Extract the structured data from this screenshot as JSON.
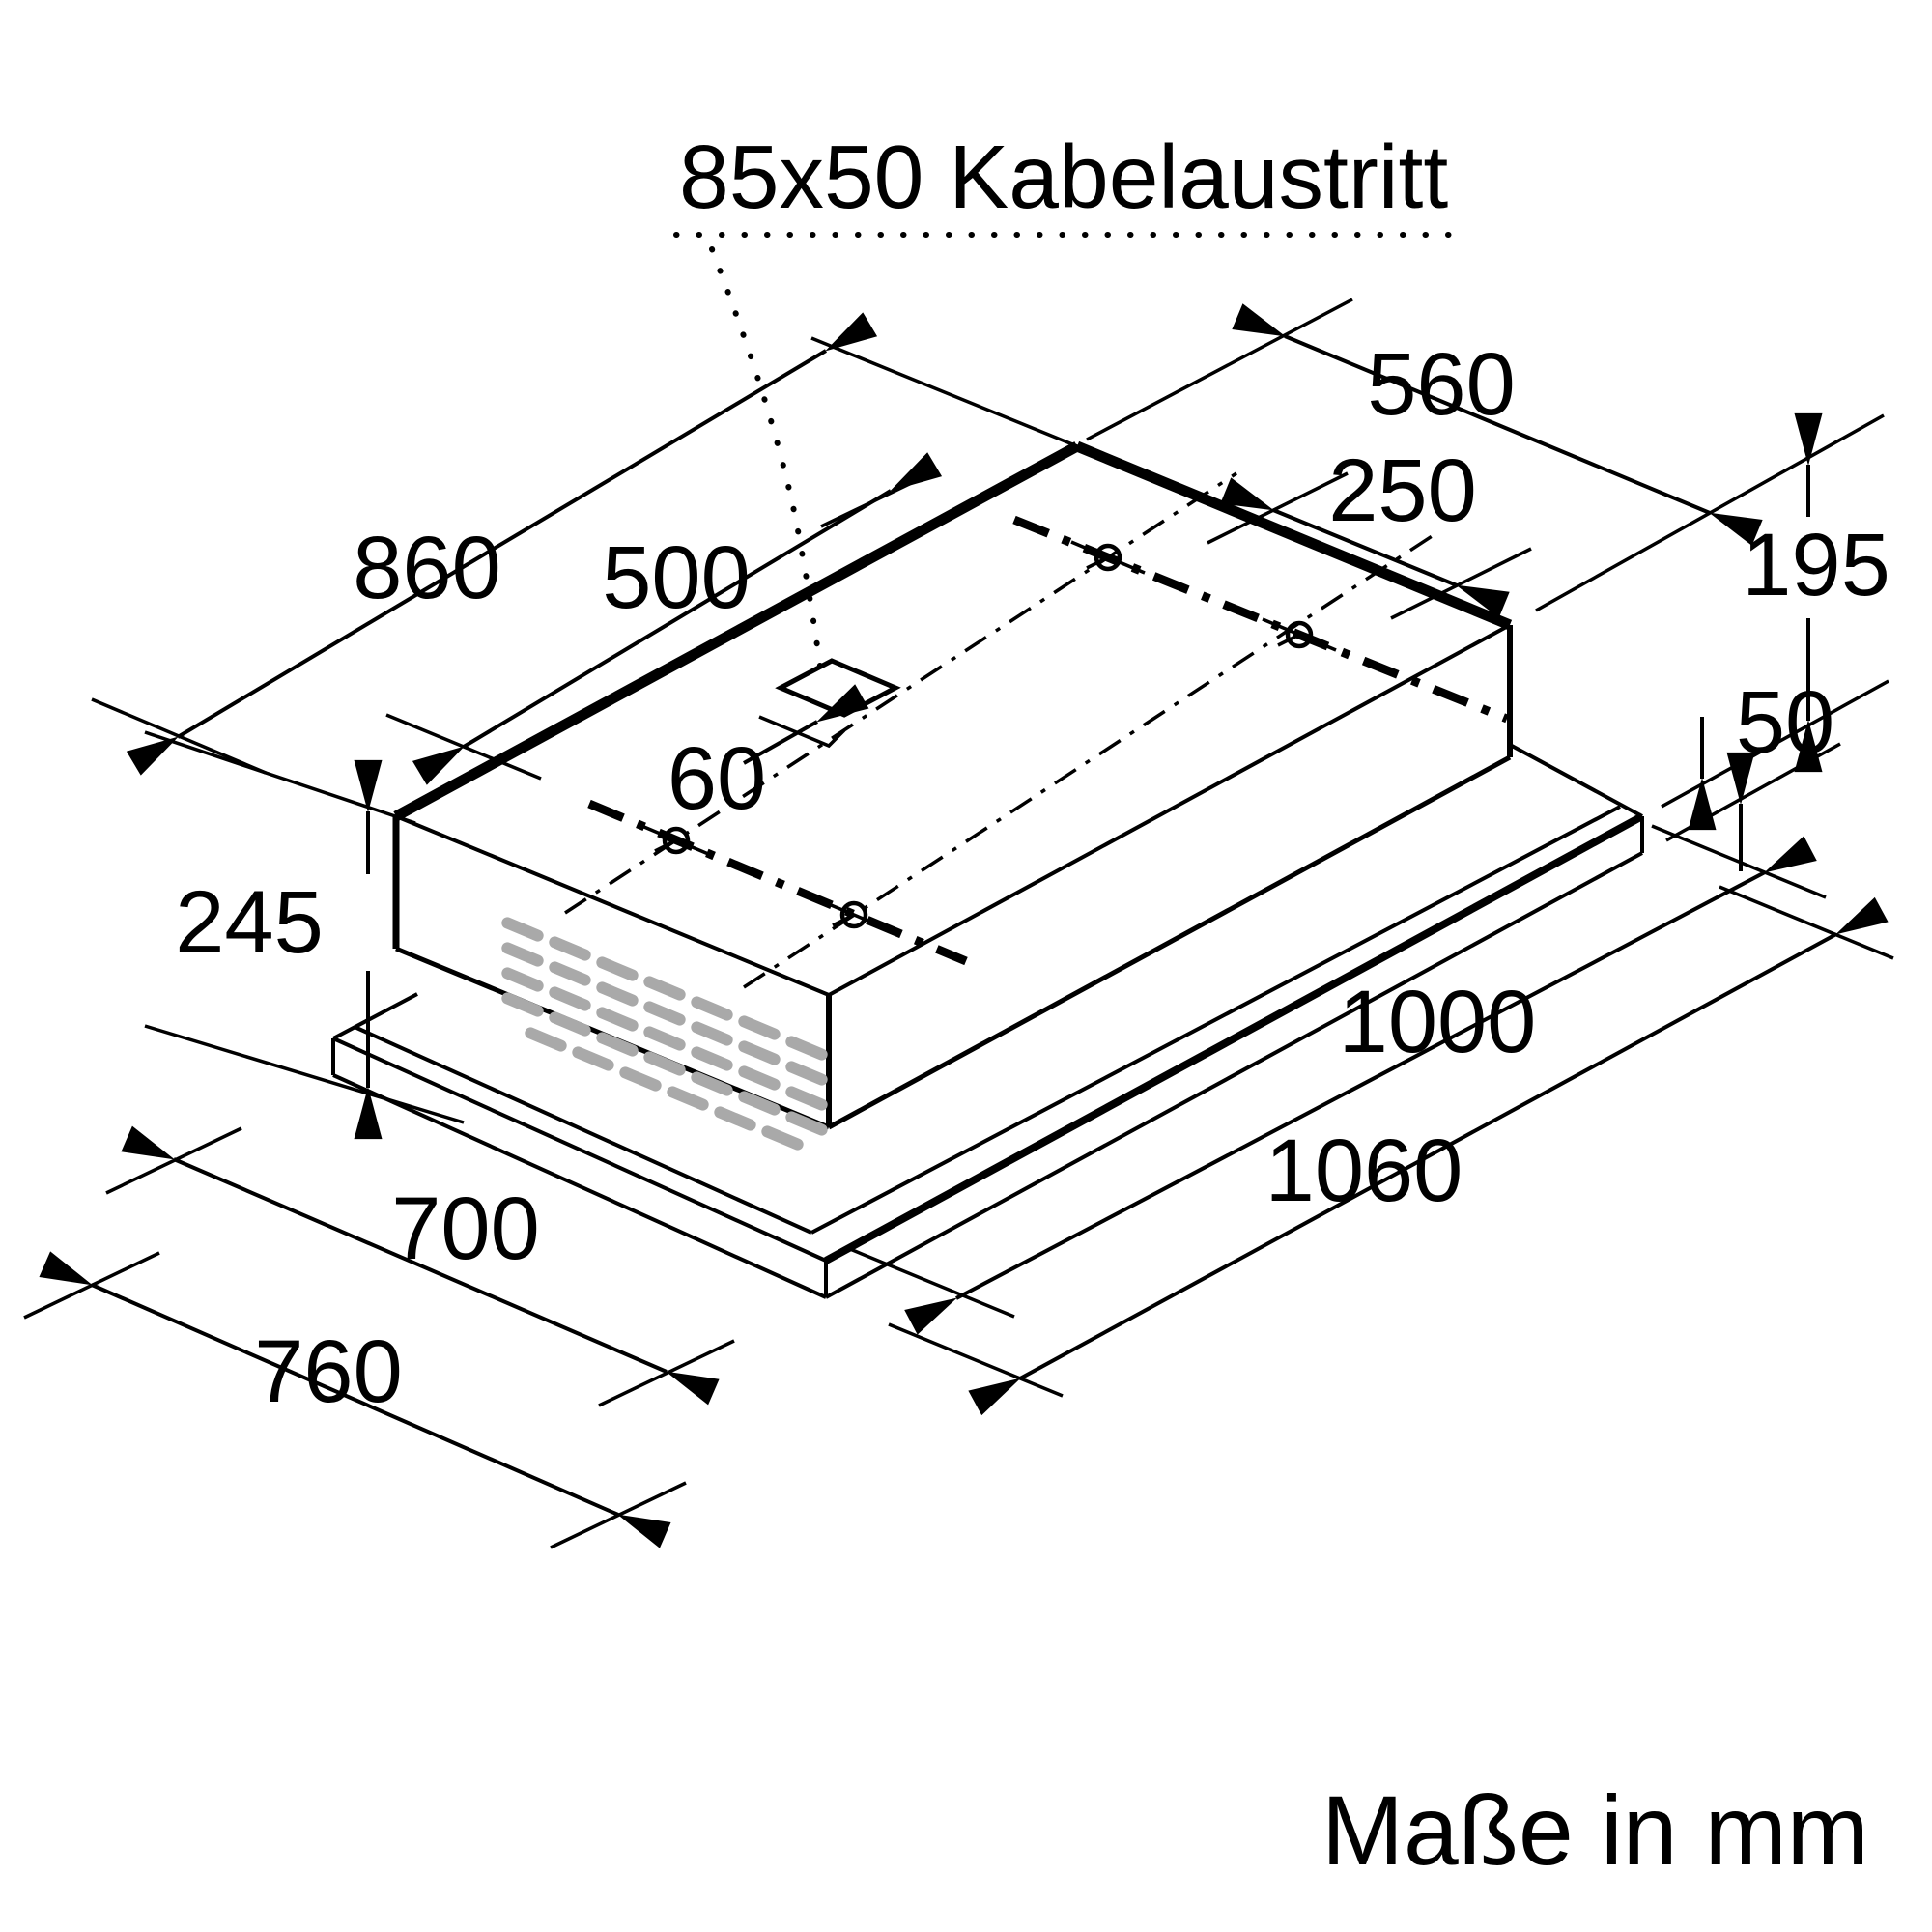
{
  "title": {
    "cable_outlet_label": "85x50 Kabelaustritt"
  },
  "footer": {
    "units_note": "Maße in mm"
  },
  "colors": {
    "line": "#000000",
    "background": "#ffffff",
    "vent_slats": "#a9a9a9"
  },
  "dimensions": {
    "box_length_mm": "860",
    "mount_hole_spacing_length_mm": "500",
    "cable_outlet_offset_mm": "60",
    "total_height_mm": "245",
    "panel_inner_width_mm": "700",
    "panel_outer_width_mm": "760",
    "box_width_mm": "560",
    "mount_hole_spacing_width_mm": "250",
    "box_height_mm": "195",
    "panel_thickness_mm": "50",
    "panel_inner_length_mm": "1000",
    "panel_outer_length_mm": "1060"
  }
}
